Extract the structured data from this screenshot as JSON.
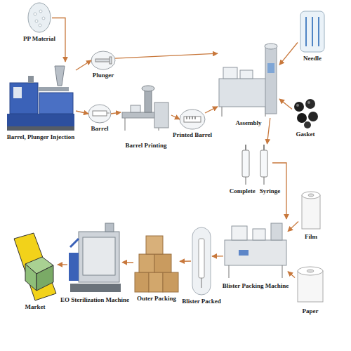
{
  "diagram": {
    "nodes": [
      {
        "text": [
          "PP Material"
        ]
      },
      {
        "text": [
          "Plunger"
        ]
      },
      {
        "text": [
          "Barrel, Plunger Injection"
        ]
      },
      {
        "text": [
          "Barrel"
        ]
      },
      {
        "text": [
          "Barrel Printing"
        ]
      },
      {
        "text": [
          "Printed Barrel"
        ]
      },
      {
        "text": [
          "Needle"
        ]
      },
      {
        "text": [
          "Assembly"
        ]
      },
      {
        "text": [
          "Gasket"
        ]
      },
      {
        "text": [
          "Complete",
          "Syringe"
        ]
      },
      {
        "text": [
          "Film"
        ]
      },
      {
        "text": [
          "Blister Packing Machine"
        ]
      },
      {
        "text": [
          "Paper"
        ]
      },
      {
        "text": [
          "Blister Packed"
        ]
      },
      {
        "text": [
          "Outer Packing"
        ]
      },
      {
        "text": [
          "EO Sterilization Machine"
        ]
      },
      {
        "text": [
          "Market"
        ]
      }
    ],
    "edges": [
      {
        "from": 0,
        "to": 2,
        "arrow": "to"
      },
      {
        "from": 2,
        "to": 1,
        "arrow": "to"
      },
      {
        "from": 2,
        "to": 3,
        "arrow": "to"
      },
      {
        "from": 1,
        "to": 7,
        "arrow": "to"
      },
      {
        "from": 3,
        "to": 4,
        "arrow": "to"
      },
      {
        "from": 4,
        "to": 5,
        "arrow": "to"
      },
      {
        "from": 5,
        "to": 7,
        "arrow": "to"
      },
      {
        "from": 6,
        "to": 7,
        "arrow": "to"
      },
      {
        "from": 8,
        "to": 7,
        "arrow": "to"
      },
      {
        "from": 7,
        "to": 9,
        "arrow": "to"
      },
      {
        "from": 9,
        "to": 11,
        "arrow": "to"
      },
      {
        "from": 10,
        "to": 11,
        "arrow": "to"
      },
      {
        "from": 12,
        "to": 11,
        "arrow": "to"
      },
      {
        "from": 11,
        "to": 13,
        "arrow": "to"
      },
      {
        "from": 13,
        "to": 14,
        "arrow": "to"
      },
      {
        "from": 14,
        "to": 15,
        "arrow": "to"
      },
      {
        "from": 15,
        "to": 16,
        "arrow": "to"
      }
    ]
  }
}
